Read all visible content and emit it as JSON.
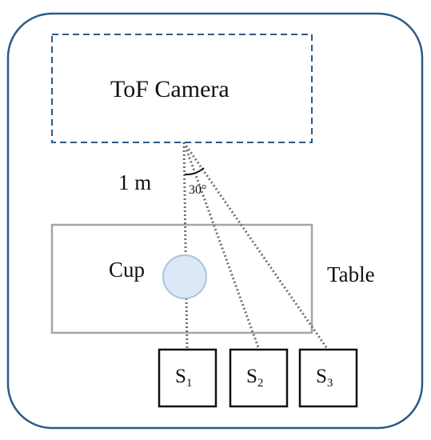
{
  "diagram": {
    "camera_label": "ToF Camera",
    "distance_label": "1 m",
    "angle_label": "30°",
    "cup_label": "Cup",
    "table_label": "Table",
    "sensors": [
      {
        "letter": "S",
        "index": "1"
      },
      {
        "letter": "S",
        "index": "2"
      },
      {
        "letter": "S",
        "index": "3"
      }
    ]
  },
  "colors": {
    "frame": "#2c5a85",
    "camera_box": "#2c5a85",
    "table": "#a6a6a6",
    "cup_fill": "#dce8f5",
    "cup_stroke": "#a9c4e4",
    "rays": "#6f6f6f",
    "sensor_box": "#111111"
  }
}
